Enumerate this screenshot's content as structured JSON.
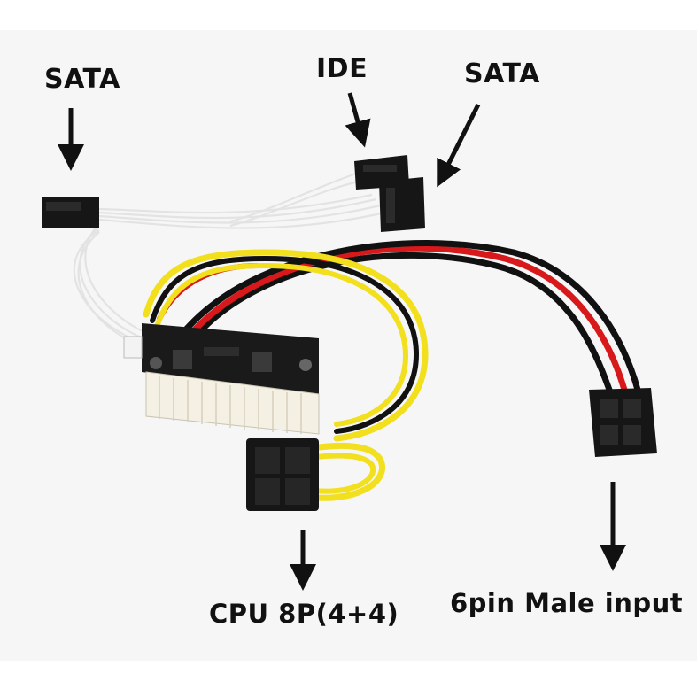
{
  "photo": {
    "subject": "pico-psu-power-supply-module",
    "colors": {
      "background": "#f6f6f6",
      "wire_red": "#d7191c",
      "wire_black": "#111111",
      "wire_yellow": "#f2df1d",
      "connector_black": "#161616",
      "pcb": "#1a1a1a",
      "atx_plug": "#f4f0e4",
      "wire_white": "#e7e7e7"
    }
  },
  "labels": {
    "sata_left": "SATA",
    "ide": "IDE",
    "sata_right": "SATA",
    "cpu": "CPU 8P(4+4)",
    "input": "6pin Male input"
  }
}
